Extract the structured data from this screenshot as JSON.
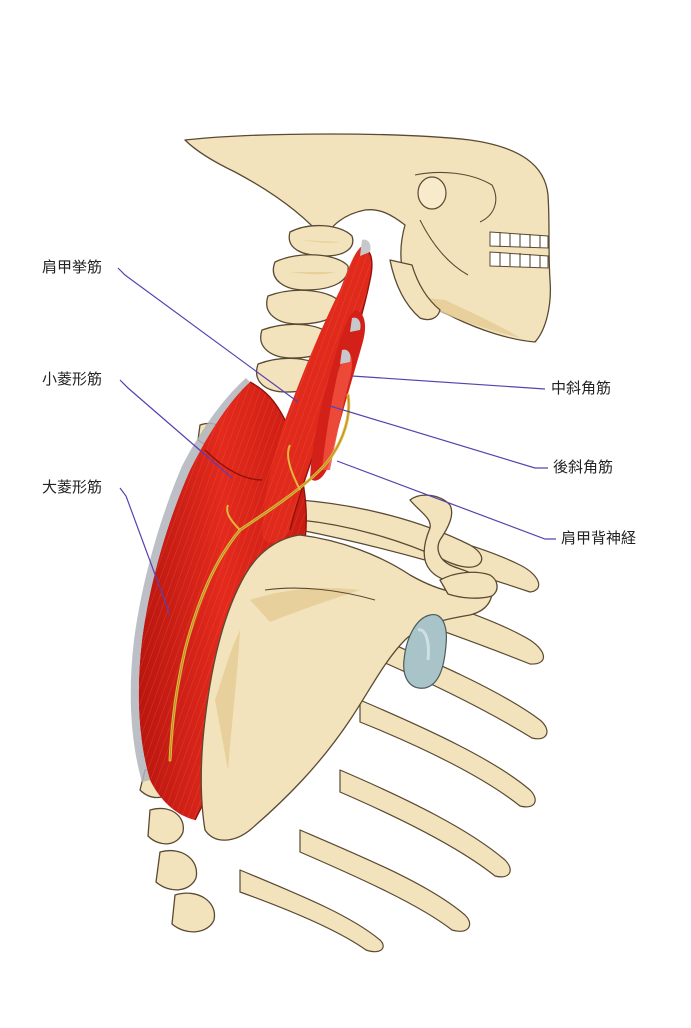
{
  "labels": {
    "levator_scapulae": "肩甲挙筋",
    "rhomboid_minor": "小菱形筋",
    "rhomboid_major": "大菱形筋",
    "middle_scalene": "中斜角筋",
    "posterior_scalene": "後斜角筋",
    "dorsal_scapular_nerve": "肩甲背神経"
  },
  "colors": {
    "bone_fill": "#f3e3bd",
    "bone_shade": "#e7cf98",
    "bone_stroke": "#5a4a32",
    "muscle_fill": "#e1241b",
    "muscle_dark": "#a8140e",
    "muscle_fiber": "#ff6a55",
    "nerve": "#e0b73a",
    "leader_line": "#5a40b0",
    "cartilage": "#a8c4c8"
  }
}
